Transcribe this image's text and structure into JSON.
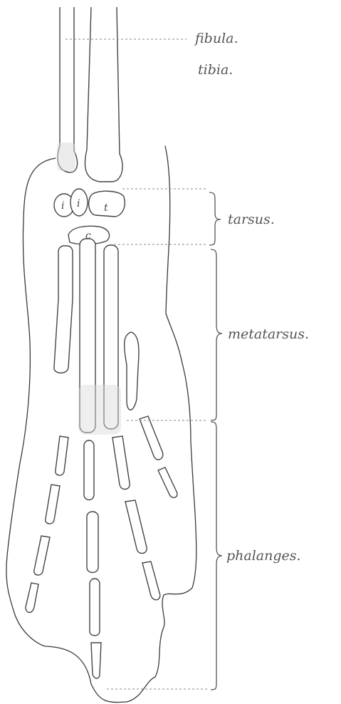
{
  "labels": {
    "fibula": "fibula.",
    "tibia": "tibia.",
    "tarsus": "tarsus.",
    "metatarsus": "metatarsus.",
    "phalanges": "phalanges."
  },
  "tarsal_letters": {
    "left": "i",
    "center": "i",
    "right": "t",
    "lower": "c"
  }
}
